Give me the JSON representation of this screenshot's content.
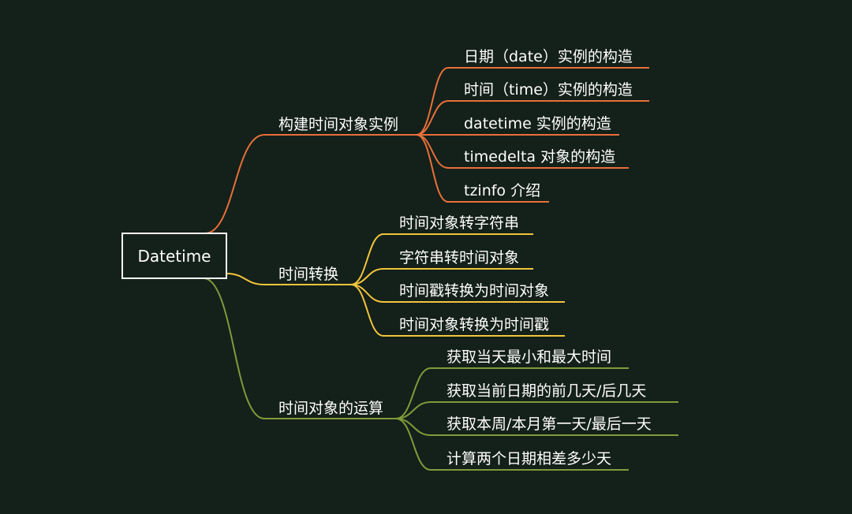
{
  "root": {
    "label": "Datetime"
  },
  "branches": [
    {
      "label": "构建时间对象实例",
      "color": "#e8703a",
      "children": [
        "日期（date）实例的构造",
        "时间（time）实例的构造",
        "datetime 实例的构造",
        "timedelta 对象的构造",
        "tzinfo 介绍"
      ]
    },
    {
      "label": "时间转换",
      "color": "#f2c53d",
      "children": [
        "时间对象转字符串",
        "字符串转时间对象",
        "时间戳转换为时间对象",
        "时间对象转换为时间戳"
      ]
    },
    {
      "label": "时间对象的运算",
      "color": "#7f9b3a",
      "children": [
        "获取当天最小和最大时间",
        "获取当前日期的前几天/后几天",
        "获取本周/本月第一天/最后一天",
        "计算两个日期相差多少天"
      ]
    }
  ]
}
